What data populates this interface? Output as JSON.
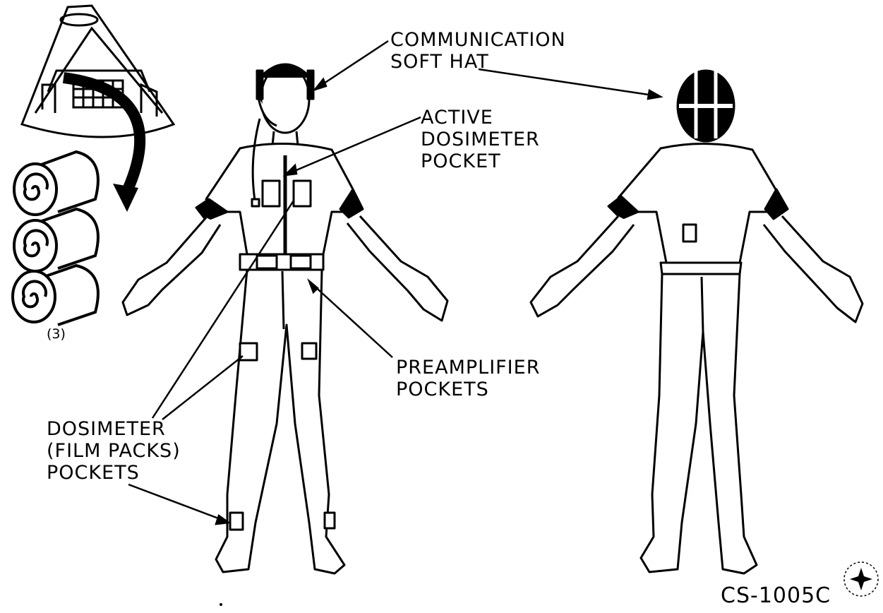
{
  "labels": {
    "communication_soft_hat": [
      "COMMUNICATION",
      "SOFT HAT"
    ],
    "active_dosimeter_pocket": [
      "ACTIVE",
      "DOSIMETER",
      "POCKET"
    ],
    "preamplifier_pockets": [
      "PREAMPLIFIER",
      "POCKETS"
    ],
    "dosimeter_film_packs_pockets": [
      "DOSIMETER",
      "(FILM PACKS)",
      "POCKETS"
    ],
    "roll_count": "(3)",
    "figure_code": "CS-1005C"
  },
  "icons": {
    "seal": "apollo-logistics-seal-icon",
    "capsule": "command-module-icon",
    "rolls": "film-roll-icon",
    "front_figure": "crewman-front-icon",
    "back_figure": "crewman-back-icon"
  }
}
